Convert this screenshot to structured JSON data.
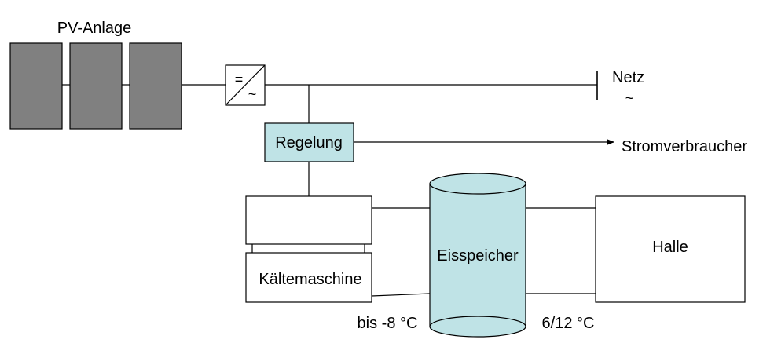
{
  "labels": {
    "pv_title": "PV-Anlage",
    "inverter_dc": "=",
    "inverter_ac": "~",
    "grid": "Netz",
    "grid_symbol": "~",
    "control": "Regelung",
    "consumers": "Stromverbraucher",
    "chiller": "Kältemaschine",
    "ice_storage": "Eisspeicher",
    "hall": "Halle",
    "temp_cold": "bis -8 °C",
    "temp_hall": "6/12 °C"
  },
  "colors": {
    "pv_panel": "#808080",
    "light_blue": "#bfe3e6",
    "stroke": "#000000"
  }
}
